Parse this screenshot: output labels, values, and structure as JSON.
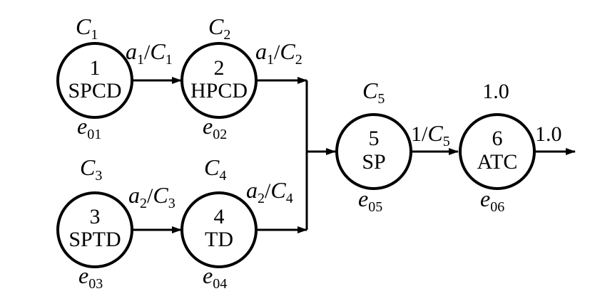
{
  "nodes": [
    {
      "id": "1",
      "name": "SPCD",
      "top_main": "C",
      "top_sub": "1",
      "bottom_main": "e",
      "bottom_sub": "01"
    },
    {
      "id": "2",
      "name": "HPCD",
      "top_main": "C",
      "top_sub": "2",
      "bottom_main": "e",
      "bottom_sub": "02"
    },
    {
      "id": "3",
      "name": "SPTD",
      "top_main": "C",
      "top_sub": "3",
      "bottom_main": "e",
      "bottom_sub": "03"
    },
    {
      "id": "4",
      "name": "TD",
      "top_main": "C",
      "top_sub": "4",
      "bottom_main": "e",
      "bottom_sub": "04"
    },
    {
      "id": "5",
      "name": "SP",
      "top_main": "C",
      "top_sub": "5",
      "bottom_main": "e",
      "bottom_sub": "05"
    },
    {
      "id": "6",
      "name": "ATC",
      "top_plain": "1.0",
      "bottom_main": "e",
      "bottom_sub": "06"
    }
  ],
  "edges": {
    "e12": {
      "a": "a",
      "a_sub": "1",
      "slash": "/",
      "c": "C",
      "c_sub": "1"
    },
    "e2out": {
      "a": "a",
      "a_sub": "1",
      "slash": "/",
      "c": "C",
      "c_sub": "2"
    },
    "e34": {
      "a": "a",
      "a_sub": "2",
      "slash": "/",
      "c": "C",
      "c_sub": "3"
    },
    "e4out": {
      "a": "a",
      "a_sub": "2",
      "slash": "/",
      "c": "C",
      "c_sub": "4"
    },
    "e56": {
      "prefix": "1/",
      "c": "C",
      "c_sub": "5"
    },
    "e6out": {
      "text": "1.0"
    }
  }
}
